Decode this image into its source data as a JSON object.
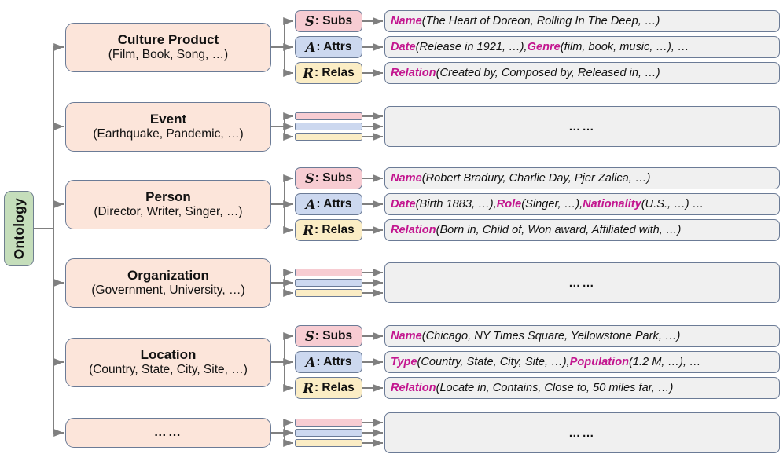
{
  "diagram": {
    "root": {
      "label": "Ontology",
      "color": "#c5debb"
    },
    "colors": {
      "entity_fill": "#fce5da",
      "subs_fill": "#f7ccd2",
      "attrs_fill": "#ccd8ef",
      "relas_fill": "#fbedc5",
      "content_fill": "#f0f0f0",
      "key_text": "#c3168f",
      "border": "#6b7b96",
      "wire": "#808080"
    },
    "ellipsis": "……",
    "tag_labels": {
      "subs": {
        "symbol": "S",
        "text": ": Subs"
      },
      "attrs": {
        "symbol": "A",
        "text": ": Attrs"
      },
      "relas": {
        "symbol": "R",
        "text": ": Relas"
      }
    },
    "rows": [
      {
        "id": "culture-product",
        "title": "Culture Product",
        "subtitle": "(Film, Book, Song, …)",
        "expanded": true,
        "facets": [
          {
            "type": "subs",
            "parts": [
              {
                "k": "Name"
              },
              {
                "v": " (The Heart of Doreon, Rolling In The Deep, …)"
              }
            ]
          },
          {
            "type": "attrs",
            "parts": [
              {
                "k": "Date"
              },
              {
                "v": " (Release in 1921, …), "
              },
              {
                "k": "Genre"
              },
              {
                "v": " (film, book, music, …), …"
              }
            ]
          },
          {
            "type": "relas",
            "parts": [
              {
                "k": "Relation"
              },
              {
                "v": " (Created by, Composed by, Released in, …)"
              }
            ]
          }
        ]
      },
      {
        "id": "event",
        "title": "Event",
        "subtitle": "(Earthquake, Pandemic, …)",
        "expanded": false,
        "collapsed_text": "……"
      },
      {
        "id": "person",
        "title": "Person",
        "subtitle": "(Director, Writer, Singer, …)",
        "expanded": true,
        "facets": [
          {
            "type": "subs",
            "parts": [
              {
                "k": "Name"
              },
              {
                "v": " (Robert Bradury, Charlie Day, Pjer Zalica, …)"
              }
            ]
          },
          {
            "type": "attrs",
            "parts": [
              {
                "k": "Date"
              },
              {
                "v": " (Birth 1883, …), "
              },
              {
                "k": "Role"
              },
              {
                "v": " (Singer, …), "
              },
              {
                "k": "Nationality"
              },
              {
                "v": " (U.S., …) …"
              }
            ]
          },
          {
            "type": "relas",
            "parts": [
              {
                "k": "Relation"
              },
              {
                "v": " (Born in, Child of, Won award, Affiliated with, …)"
              }
            ]
          }
        ]
      },
      {
        "id": "organization",
        "title": "Organization",
        "subtitle": "(Government, University, …)",
        "expanded": false,
        "collapsed_text": "……"
      },
      {
        "id": "location",
        "title": "Location",
        "subtitle": "(Country, State, City, Site, …)",
        "expanded": true,
        "facets": [
          {
            "type": "subs",
            "parts": [
              {
                "k": "Name"
              },
              {
                "v": " (Chicago, NY Times Square, Yellowstone Park, …)"
              }
            ]
          },
          {
            "type": "attrs",
            "parts": [
              {
                "k": "Type"
              },
              {
                "v": " (Country, State, City, Site, …), "
              },
              {
                "k": "Population"
              },
              {
                "v": " (1.2 M, …), …"
              }
            ]
          },
          {
            "type": "relas",
            "parts": [
              {
                "k": "Relation"
              },
              {
                "v": " (Locate in, Contains, Close to, 50 miles far, …)"
              }
            ]
          }
        ]
      },
      {
        "id": "more",
        "title": "……",
        "subtitle": "",
        "expanded": false,
        "is_ellipsis_row": true,
        "collapsed_text": "……"
      }
    ]
  }
}
